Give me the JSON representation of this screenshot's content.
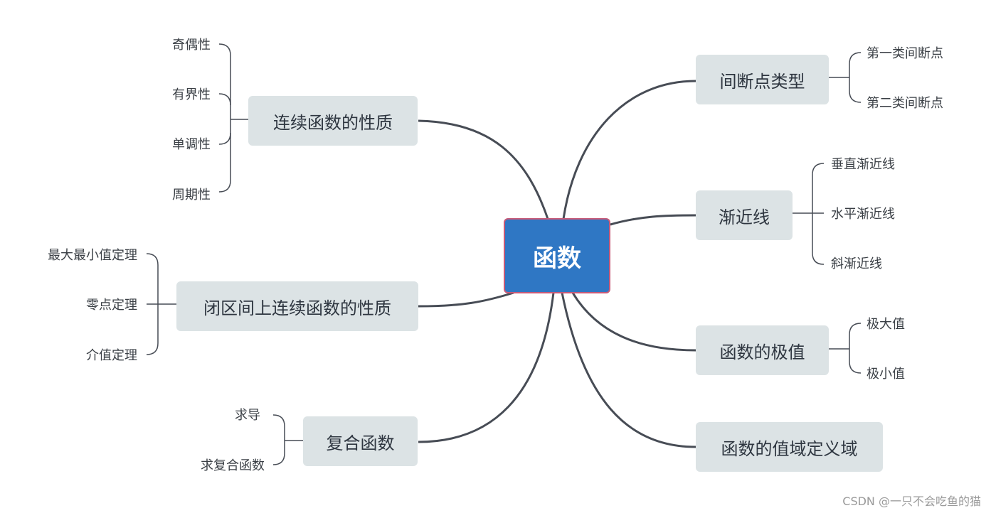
{
  "root": {
    "label": "函数"
  },
  "branches": [
    {
      "label": "连续函数的性质",
      "children": [
        "奇偶性",
        "有界性",
        "单调性",
        "周期性"
      ]
    },
    {
      "label": "闭区间上连续函数的性质",
      "children": [
        "最大最小值定理",
        "零点定理",
        "介值定理"
      ]
    },
    {
      "label": "复合函数",
      "children": [
        "求导",
        "求复合函数"
      ]
    },
    {
      "label": "间断点类型",
      "children": [
        "第一类间断点",
        "第二类间断点"
      ]
    },
    {
      "label": "渐近线",
      "children": [
        "垂直渐近线",
        "水平渐近线",
        "斜渐近线"
      ]
    },
    {
      "label": "函数的极值",
      "children": [
        "极大值",
        "极小值"
      ]
    },
    {
      "label": "函数的值域定义域",
      "children": []
    }
  ],
  "watermark": "CSDN @一只不会吃鱼的猫",
  "colors": {
    "root_fill": "#2f77c4",
    "root_border": "#c75a78",
    "node_fill": "#dce3e5",
    "line": "#474c55"
  }
}
